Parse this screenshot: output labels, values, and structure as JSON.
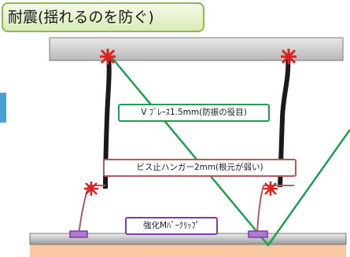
{
  "title": "耐震(揺れるのを防ぐ)",
  "labels": {
    "brace": "V ﾌﾞﾚｰｽ1.5mm(防振の役目)",
    "hanger": "ビス止ハンガー2mm(根元が弱い)",
    "clip": "強化Mﾊﾞｰｸﾘｯﾌﾟ"
  },
  "colors": {
    "title_border": "#8fb84a",
    "title_fill": "#d9ebb6",
    "ceiling_slab": "#c8c8c8",
    "bottom_strip": "#f8c9a0",
    "brace_line": "#1e9e4f",
    "hanger_rod": "#1a1a1a",
    "hanger_wire": "#b05a5a",
    "anchor_mark": "#e02020",
    "clip": "#7b3fa0",
    "left_tab": "#4a9fd0"
  },
  "icons": {
    "anchor": "anchor-point-icon",
    "clip": "clip-icon"
  }
}
